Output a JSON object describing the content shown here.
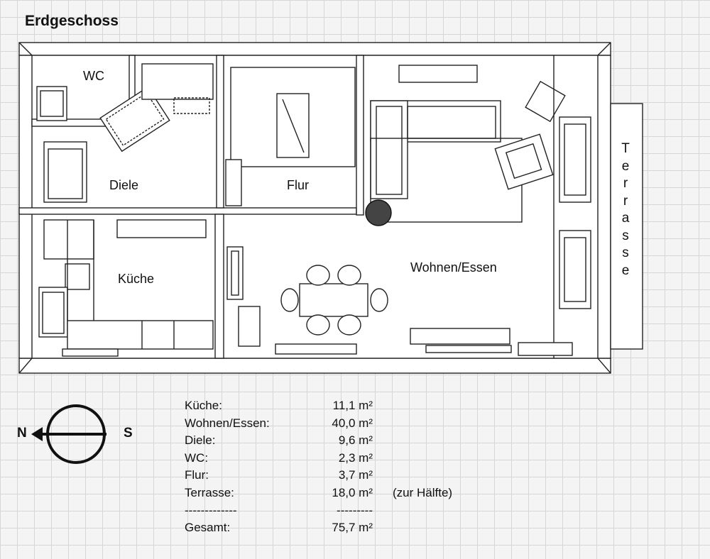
{
  "title": "Erdgeschoss",
  "rooms": {
    "wc": "WC",
    "diele": "Diele",
    "flur": "Flur",
    "kueche": "Küche",
    "wohnen": "Wohnen/Essen"
  },
  "terrace_letters": [
    "T",
    "e",
    "r",
    "r",
    "a",
    "s",
    "s",
    "e"
  ],
  "compass": {
    "north": "N",
    "south": "S"
  },
  "areas": [
    {
      "name": "Küche:",
      "value": "11,1 m²",
      "note": ""
    },
    {
      "name": "Wohnen/Essen:",
      "value": "40,0 m²",
      "note": ""
    },
    {
      "name": "Diele:",
      "value": "9,6 m²",
      "note": ""
    },
    {
      "name": "WC:",
      "value": "2,3 m²",
      "note": ""
    },
    {
      "name": "Flur:",
      "value": "3,7 m²",
      "note": ""
    },
    {
      "name": "Terrasse:",
      "value": "18,0 m²",
      "note": "(zur Hälfte)"
    },
    {
      "name": "-------------",
      "value": "---------",
      "note": ""
    },
    {
      "name": "Gesamt:",
      "value": "75,7 m²",
      "note": ""
    }
  ]
}
